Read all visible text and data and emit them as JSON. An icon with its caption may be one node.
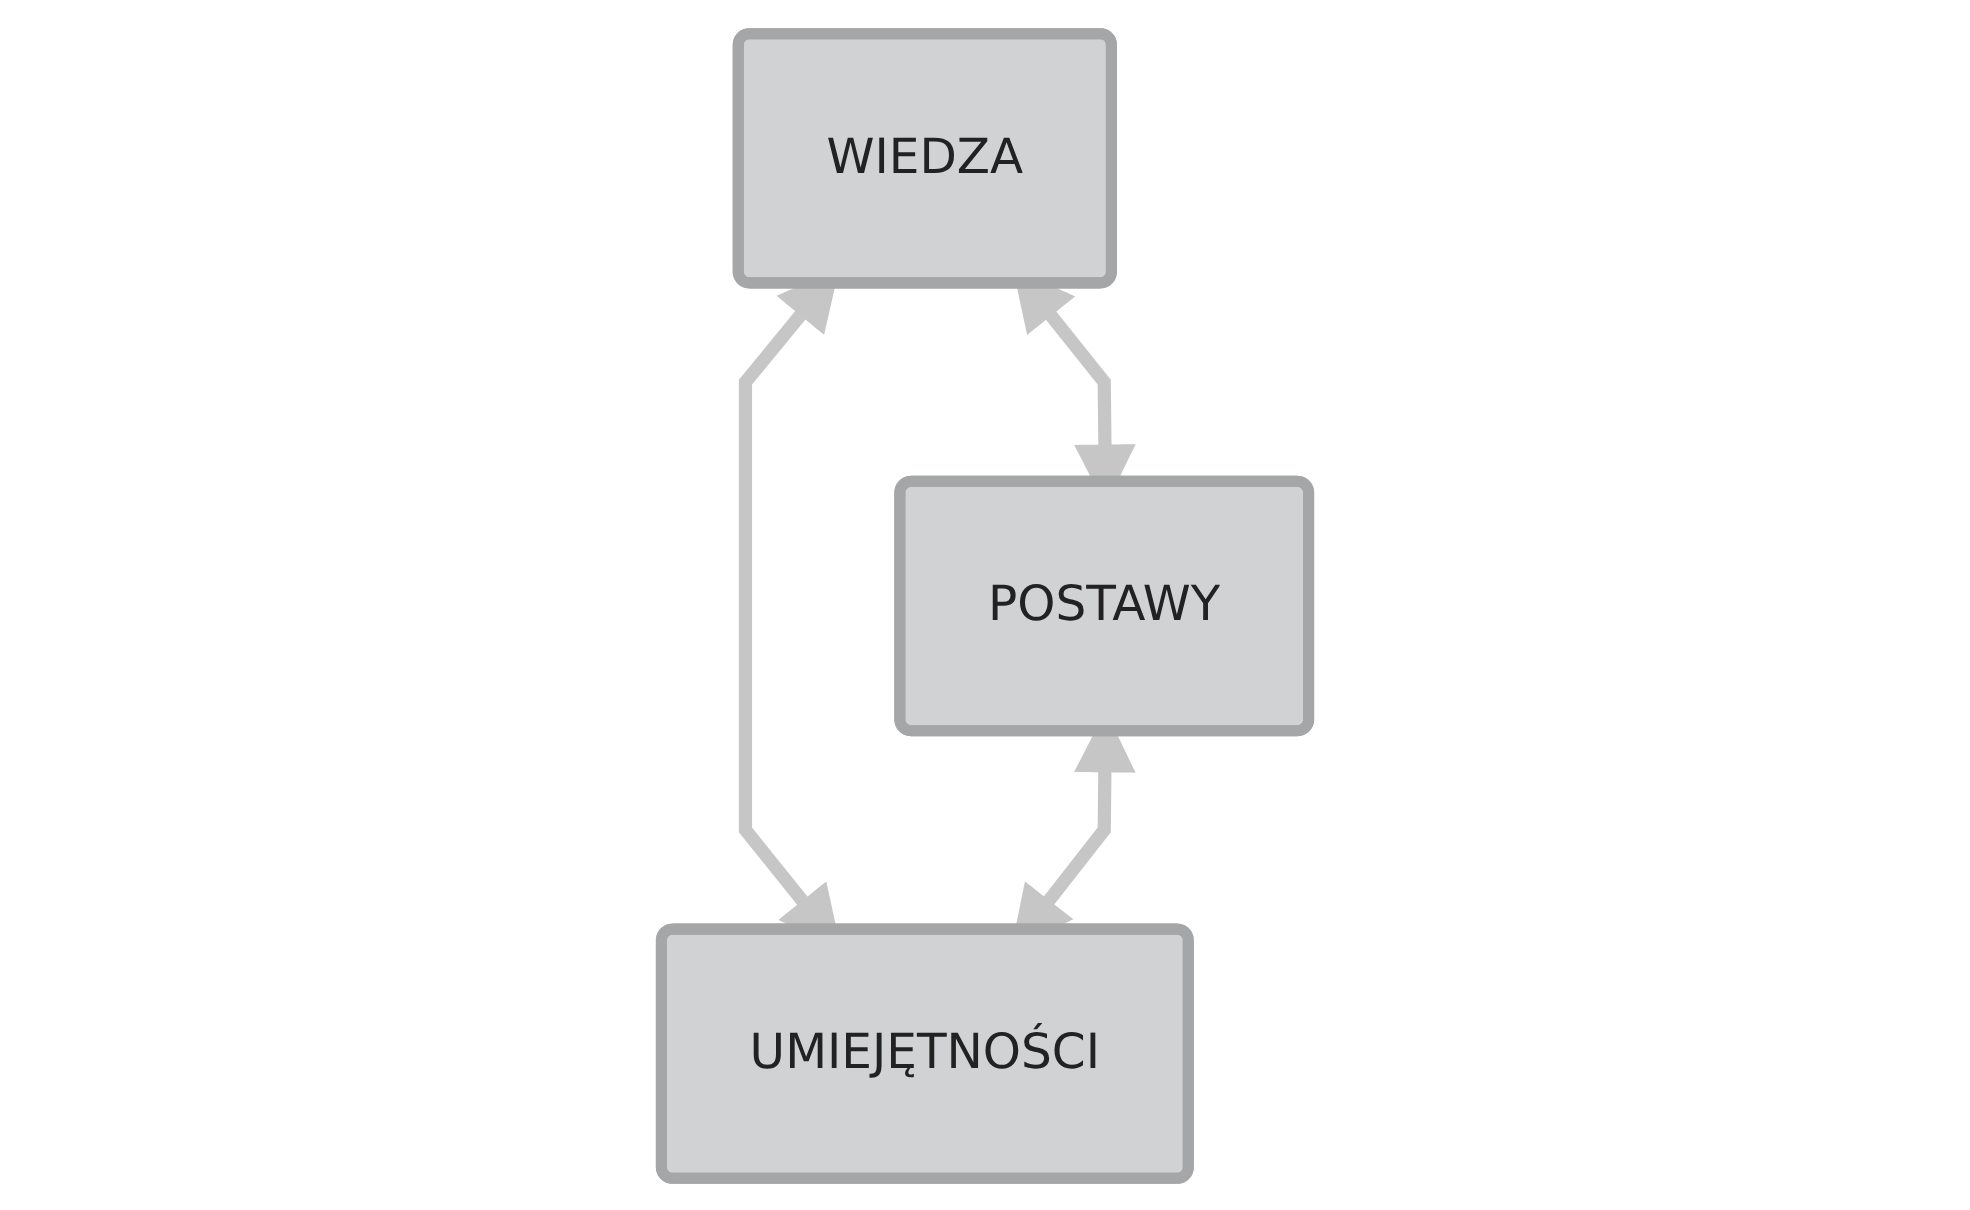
{
  "diagram": {
    "nodes": [
      {
        "text": [
          "WIEDZA"
        ]
      },
      {
        "text": [
          "POSTAWY"
        ]
      },
      {
        "text": [
          "UMIEJĘTNOŚCI"
        ]
      }
    ],
    "edges": [
      {
        "from": 0,
        "to": 1,
        "arrow": "both"
      },
      {
        "from": 0,
        "to": 2,
        "arrow": "both"
      },
      {
        "from": 1,
        "to": 2,
        "arrow": "both"
      }
    ]
  }
}
